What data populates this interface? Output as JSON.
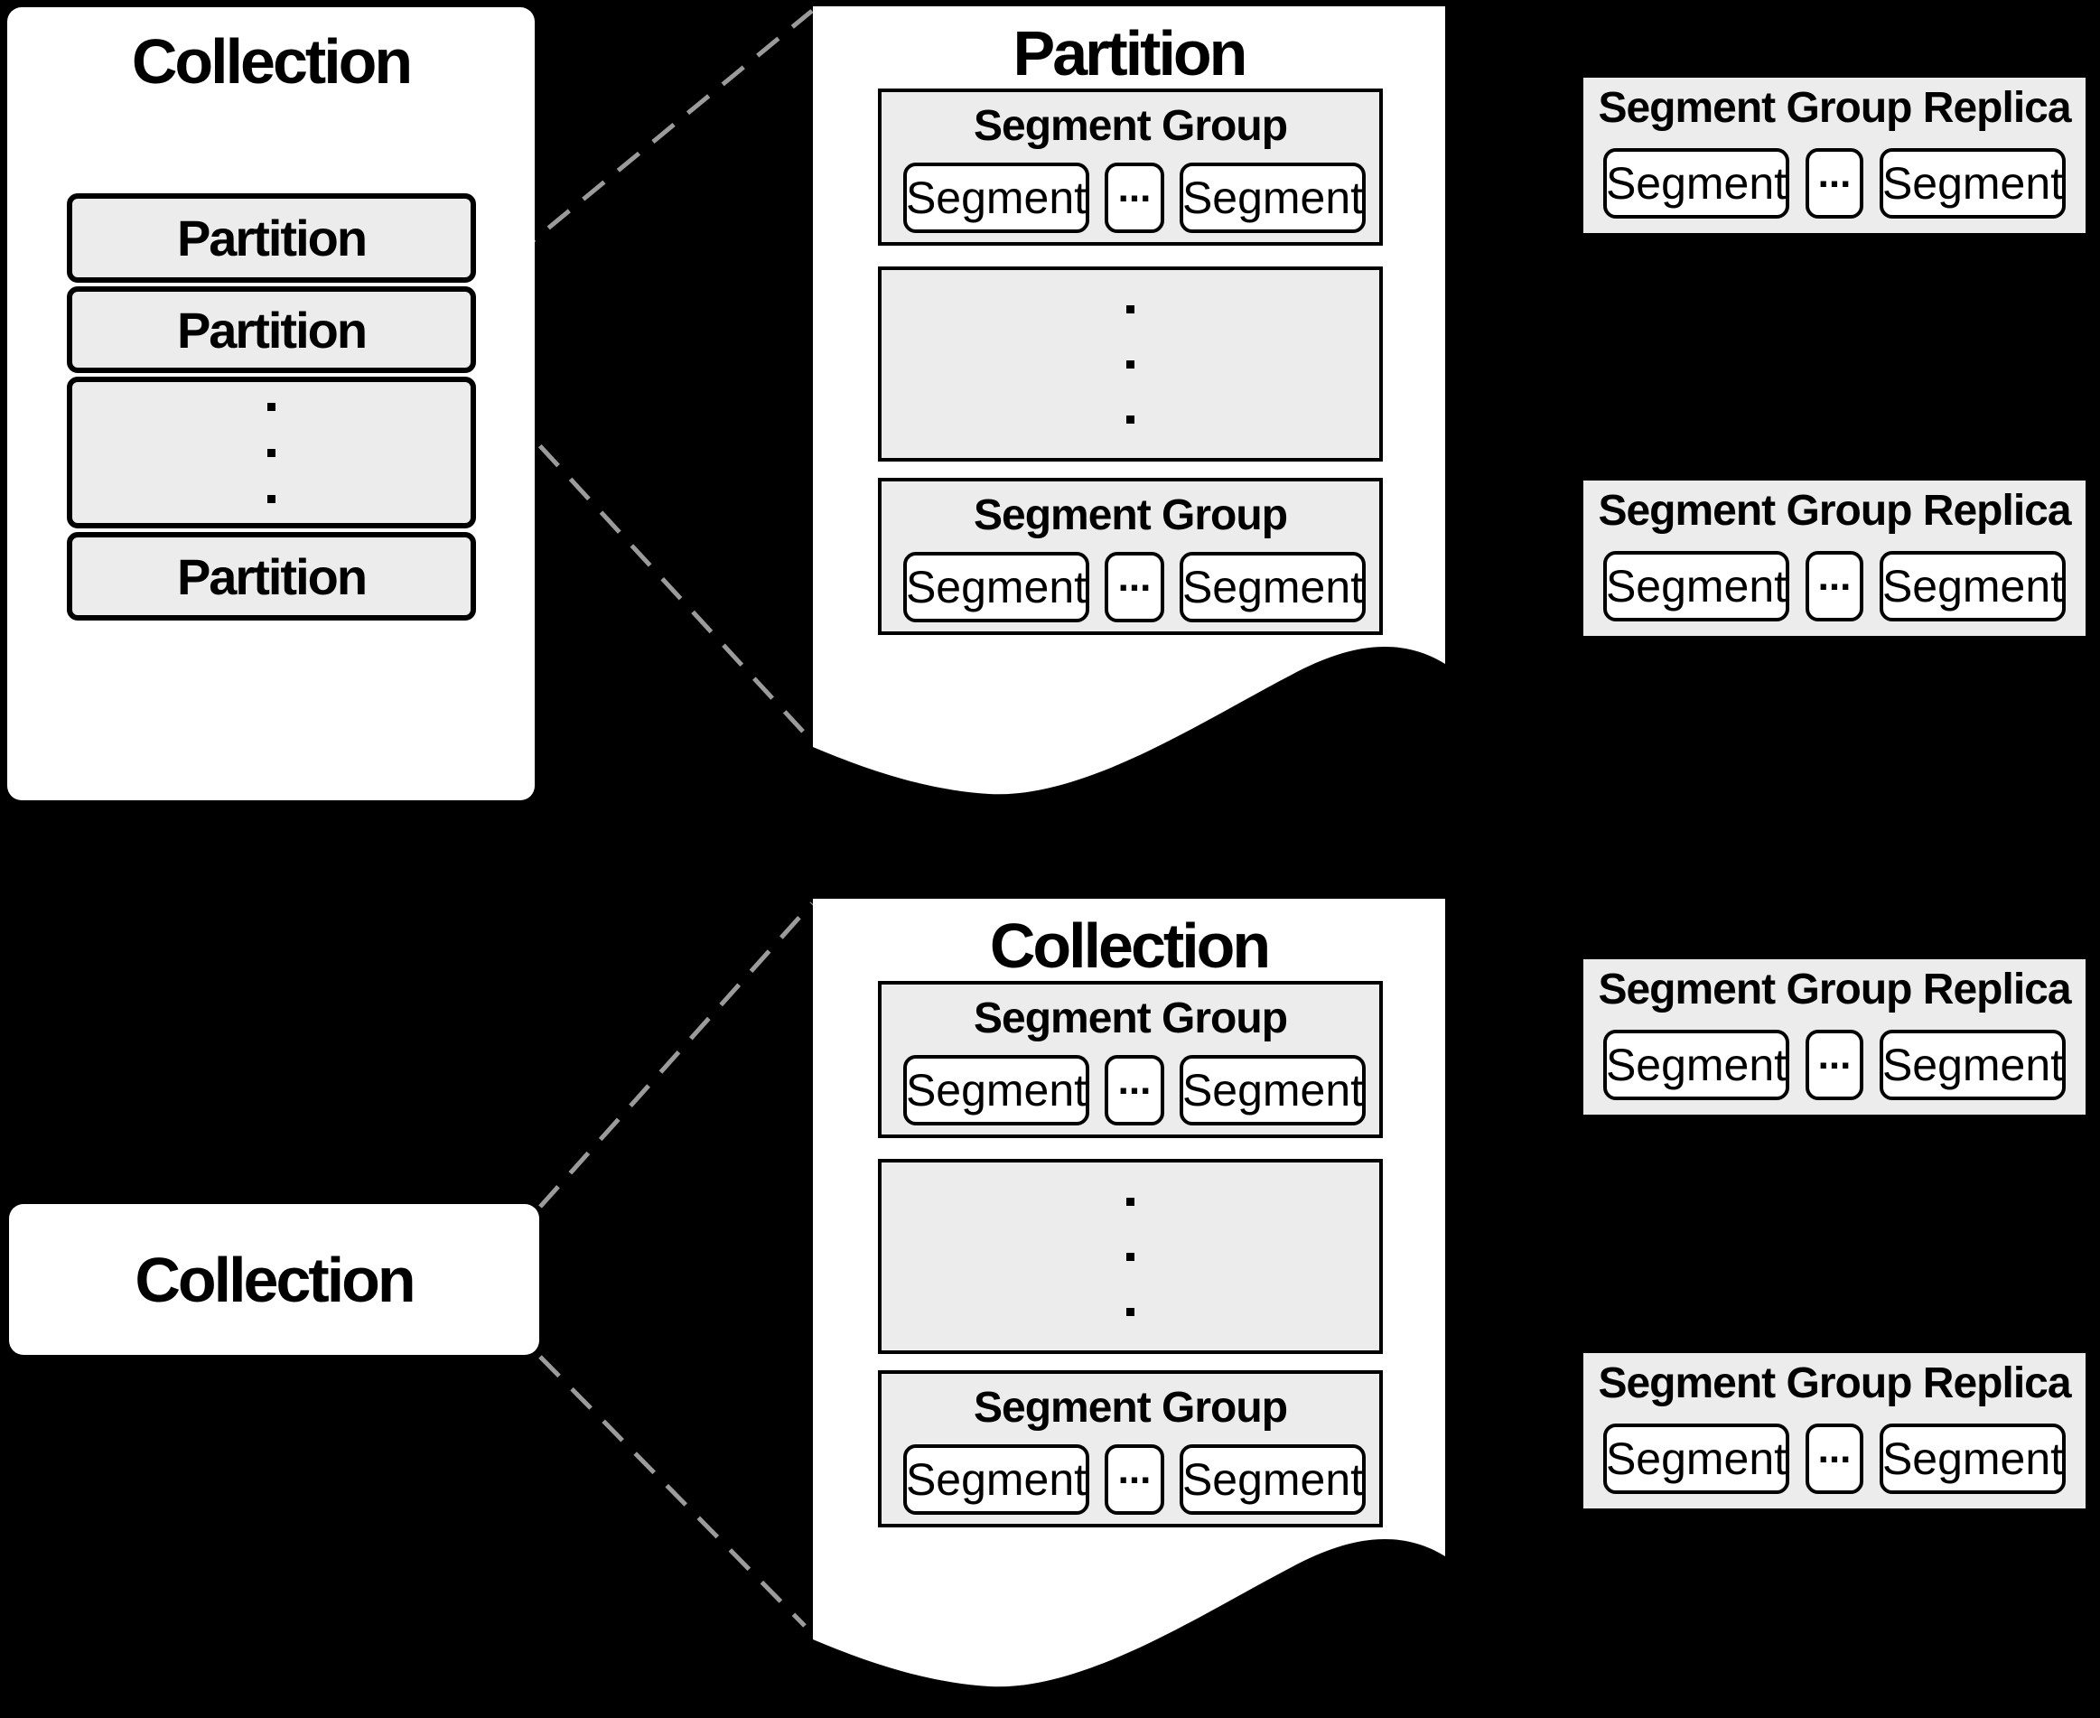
{
  "diagram": {
    "background": "#000000",
    "panel_fill": "#ececec",
    "box_fill": "#ffffff",
    "dashed_line_color": "#9b9b9b",
    "vertical_ellipsis": "⋮"
  },
  "left_collection": {
    "title": "Collection",
    "partitions": [
      "Partition",
      "Partition",
      "Partition"
    ]
  },
  "partition_doc": {
    "title": "Partition",
    "groups": [
      {
        "title": "Segment Group",
        "segments": [
          "Segment",
          "...",
          "Segment"
        ]
      },
      {
        "title": "Segment Group",
        "segments": [
          "Segment",
          "...",
          "Segment"
        ]
      }
    ]
  },
  "collection_doc": {
    "title": "Collection",
    "groups": [
      {
        "title": "Segment Group",
        "segments": [
          "Segment",
          "...",
          "Segment"
        ]
      },
      {
        "title": "Segment Group",
        "segments": [
          "Segment",
          "...",
          "Segment"
        ]
      }
    ]
  },
  "collection_label": {
    "title": "Collection"
  },
  "replicas": [
    {
      "title": "Segment Group Replica",
      "segments": [
        "Segment",
        "...",
        "Segment"
      ]
    },
    {
      "title": "Segment Group Replica",
      "segments": [
        "Segment",
        "...",
        "Segment"
      ]
    },
    {
      "title": "Segment Group Replica",
      "segments": [
        "Segment",
        "...",
        "Segment"
      ]
    },
    {
      "title": "Segment Group Replica",
      "segments": [
        "Segment",
        "...",
        "Segment"
      ]
    }
  ]
}
